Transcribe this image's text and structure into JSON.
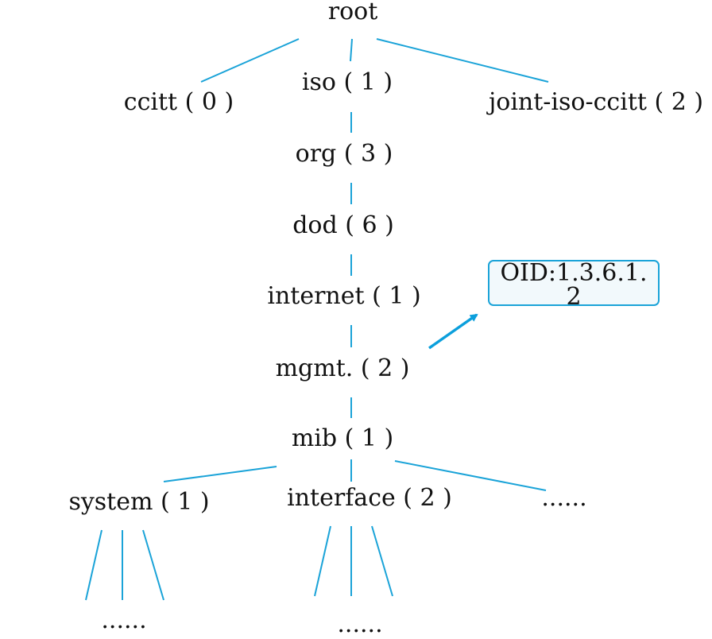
{
  "colors": {
    "line": "#1aa3d8",
    "arrow": "#0b9fdc",
    "box_border": "#1aa3d8",
    "box_fill": "#f2f9fc",
    "text": "#111111"
  },
  "nodes": {
    "root": "root",
    "ccitt": "ccitt ( 0 )",
    "iso": "iso ( 1 )",
    "joint": "joint-iso-ccitt ( 2 )",
    "org": "org ( 3 )",
    "dod": "dod ( 6 )",
    "internet": "internet ( 1 )",
    "mgmt": "mgmt. ( 2 )",
    "mib": "mib ( 1 )",
    "system": "system ( 1 )",
    "interface": "interface ( 2 )",
    "mib_more": "......",
    "system_more": "......",
    "interface_more": "......"
  },
  "callout": {
    "line1": "OID:1.3.6.1.",
    "line2": "2"
  }
}
